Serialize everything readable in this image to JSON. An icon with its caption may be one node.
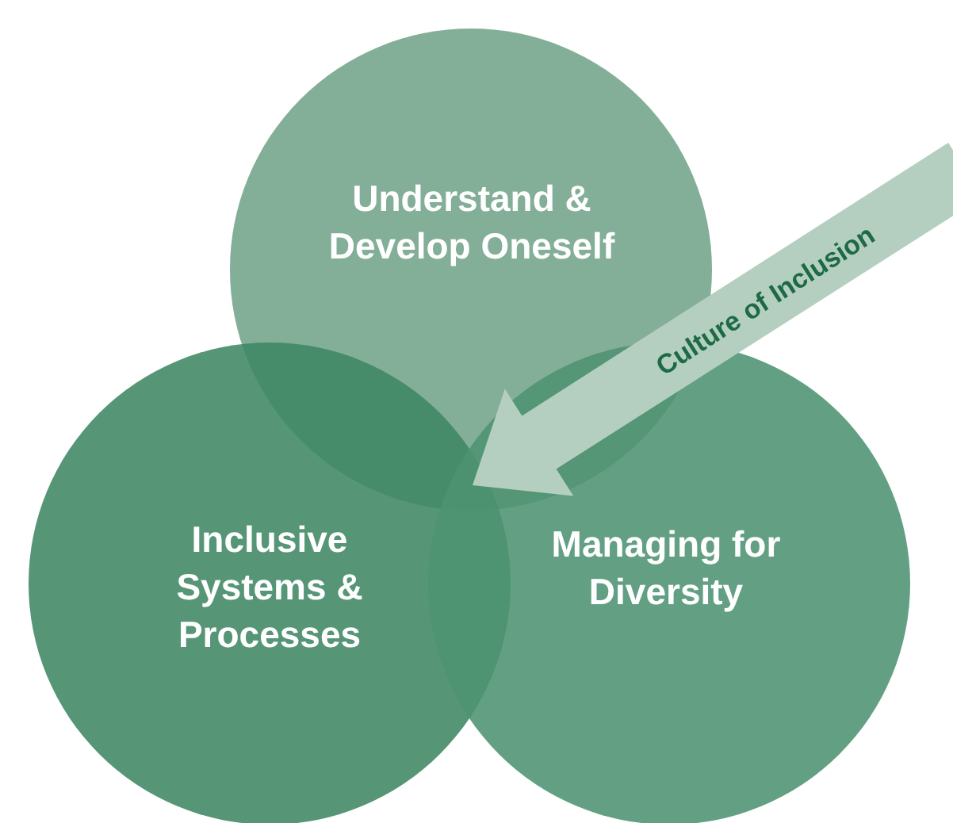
{
  "diagram": {
    "nodes": [
      {
        "text": [
          "Understand & Develop Oneself"
        ]
      },
      {
        "text": [
          "Inclusive Systems & Processes"
        ]
      },
      {
        "text": [
          "Managing for Diversity"
        ]
      },
      {
        "text": [
          "Culture of Inclusion"
        ]
      }
    ]
  }
}
